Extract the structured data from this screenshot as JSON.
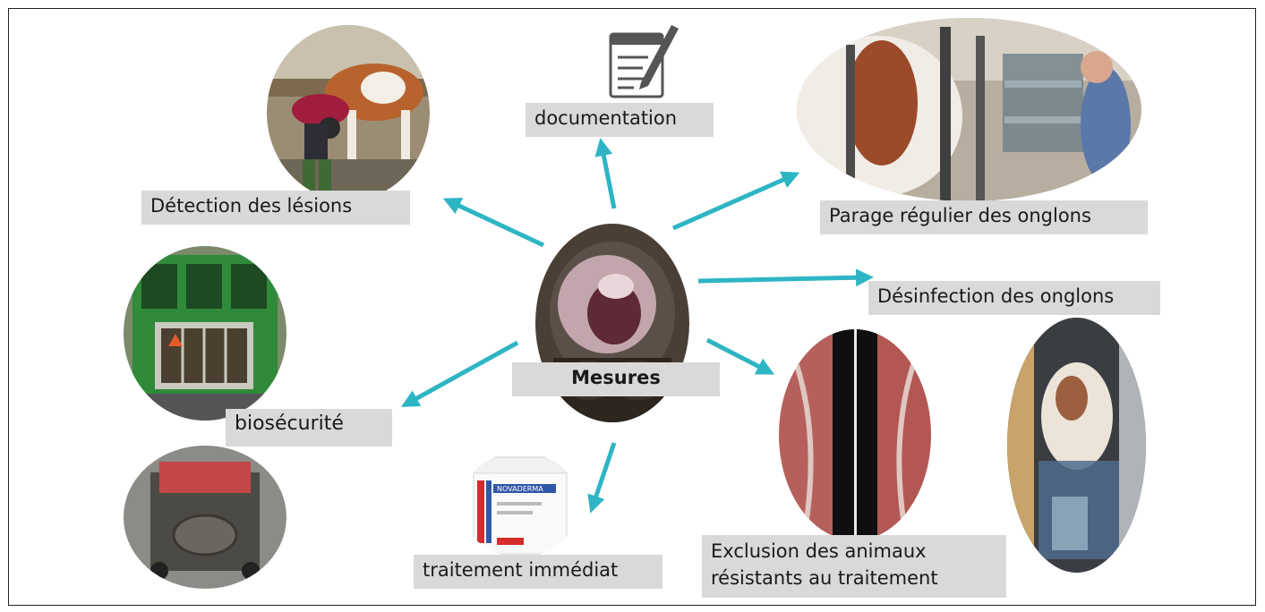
{
  "center": {
    "label": "Mesures",
    "subject": "hoof-lesion-photo"
  },
  "measures": [
    {
      "id": "documentation",
      "label": "documentation",
      "icon": "document-pen-icon"
    },
    {
      "id": "detection",
      "label": "Détection des lésions",
      "photo": "cow-inspection-photo"
    },
    {
      "id": "parage",
      "label": "Parage régulier des onglons",
      "photo": "hoof-trimming-photo"
    },
    {
      "id": "desinfection",
      "label": "Désinfection des onglons",
      "photo": "footbath-photo"
    },
    {
      "id": "biosecurite",
      "label": "biosécurité",
      "photos": [
        "cattle-trailer-photo",
        "disinfection-mat-photo"
      ]
    },
    {
      "id": "traitement",
      "label": "traitement immédiat",
      "photo": "ointment-jar-photo",
      "product_text": "NOVADERMA"
    },
    {
      "id": "exclusion",
      "label": "Exclusion des animaux résistants au traitement",
      "photo": "carcass-photo"
    }
  ],
  "colors": {
    "arrow": "#2eb5c4",
    "label_bg": "#d9d9d9",
    "frame": "#222222"
  }
}
